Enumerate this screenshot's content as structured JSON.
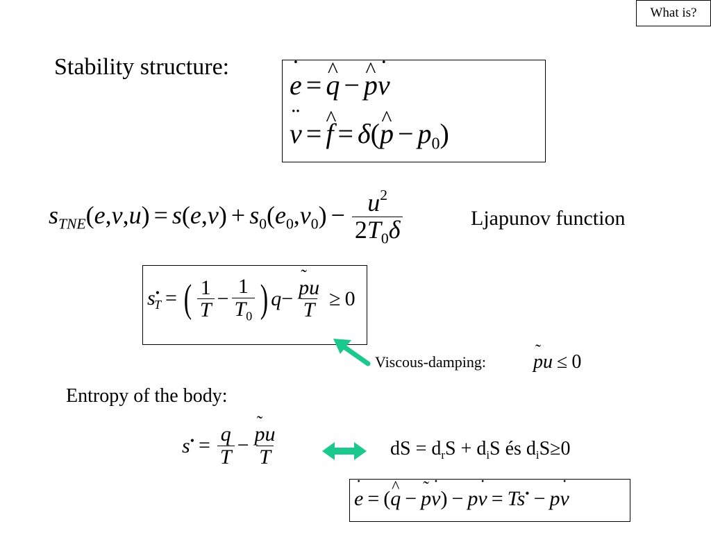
{
  "what_is_button": "What is?",
  "stability_label": "Stability structure:",
  "ljapunov_label": "Ljapunov function",
  "viscous_label": "Viscous-damping:",
  "entropy_label": "Entropy of the body:",
  "ds_relation": {
    "part1": "dS = d",
    "sub_r": "r",
    "part2": "S + d",
    "sub_i1": "i",
    "part3": "S és d",
    "sub_i2": "i",
    "part4": "S≥0"
  },
  "colors": {
    "arrow": "#1bc98e"
  },
  "icons": [
    "green-arrow-icon",
    "double-arrow-icon"
  ]
}
